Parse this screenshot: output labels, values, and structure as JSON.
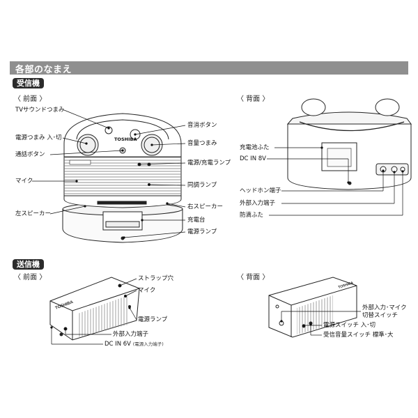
{
  "header": {
    "title": "各部のなまえ"
  },
  "receiver": {
    "badge": "受信機",
    "front": {
      "heading": "〈 前面 〉",
      "labels": {
        "tv_sound_knob": "TVサウンドつまみ",
        "power_knob": "電源つまみ 入･切",
        "call_button": "通話ボタン",
        "mic": "マイク",
        "left_speaker": "左スピーカー",
        "mute_button": "音消ボタン",
        "volume_knob": "音量つまみ",
        "power_charge_lamp": "電源/充電ランプ",
        "sync_lamp": "同調ランプ",
        "right_speaker": "右スピーカー",
        "charging_stand": "充電台",
        "power_lamp": "電源ランプ"
      },
      "brand": "TOSHIBA"
    },
    "back": {
      "heading": "〈 背面 〉",
      "labels": {
        "battery_cover": "充電池ふた",
        "dc_in": "DC IN 8V",
        "headphone_jack": "ヘッドホン端子",
        "external_input": "外部入力端子",
        "waterproof_cover": "防滴ふた"
      }
    }
  },
  "transmitter": {
    "badge": "送信機",
    "front": {
      "heading": "〈 前面 〉",
      "labels": {
        "strap_hole": "ストラップ穴",
        "mic": "マイク",
        "power_lamp": "電源ランプ",
        "external_input": "外部入力端子",
        "dc_in": "DC IN 6V",
        "dc_in_note": "(電源入力端子)"
      },
      "brand": "TOSHIBA"
    },
    "back": {
      "heading": "〈 背面 〉",
      "labels": {
        "mic_switch_line1": "外部入力･マイク",
        "mic_switch_line2": "切替スイッチ",
        "power_switch": "電源スイッチ 入･切",
        "receive_volume_switch": "受信音量スイッチ 標準･大"
      },
      "brand": "TOSHIBA"
    }
  }
}
